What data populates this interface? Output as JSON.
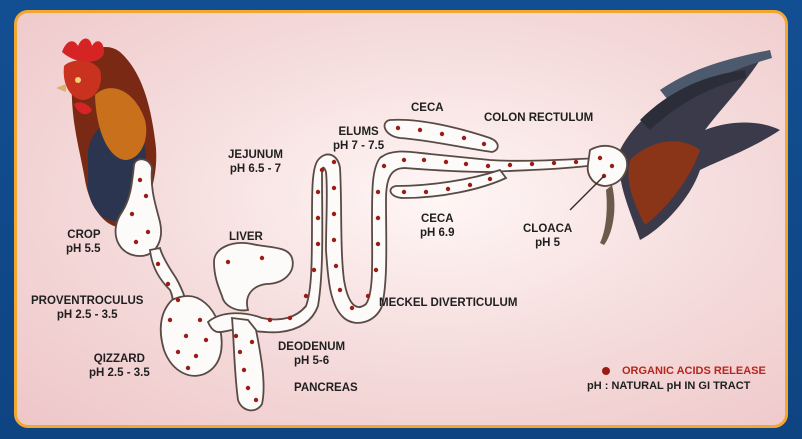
{
  "labels": {
    "jejunum": "JEJUNUM",
    "jejunum_ph": "pH 6.5 - 7",
    "elums": "ELUMS",
    "elums_ph": "pH 7 - 7.5",
    "ceca_top": "CECA",
    "colon_rectulum": "COLON RECTULUM",
    "crop": "CROP",
    "crop_ph": "pH 5.5",
    "liver": "LIVER",
    "ceca_bottom": "CECA",
    "ceca_bottom_ph": "pH 6.9",
    "cloaca": "CLOACA",
    "cloaca_ph": "pH 5",
    "proventroculus": "PROVENTROCULUS",
    "proventroculus_ph": "pH 2.5 - 3.5",
    "meckel": "MECKEL DIVERTICULUM",
    "qizzard": "QIZZARD",
    "qizzard_ph": "pH 2.5 - 3.5",
    "deodenum": "DEODENUM",
    "deodenum_ph": "pH 5-6",
    "pancreas": "PANCREAS"
  },
  "legend": {
    "acids": "ORGANIC ACIDS RELEASE",
    "ph": "pH : NATURAL pH IN GI TRACT"
  },
  "colors": {
    "frame": "#0f4c8f",
    "border": "#f2a72f",
    "tract_outline": "#5a4a44",
    "acid_dot": "#9b1c14"
  }
}
